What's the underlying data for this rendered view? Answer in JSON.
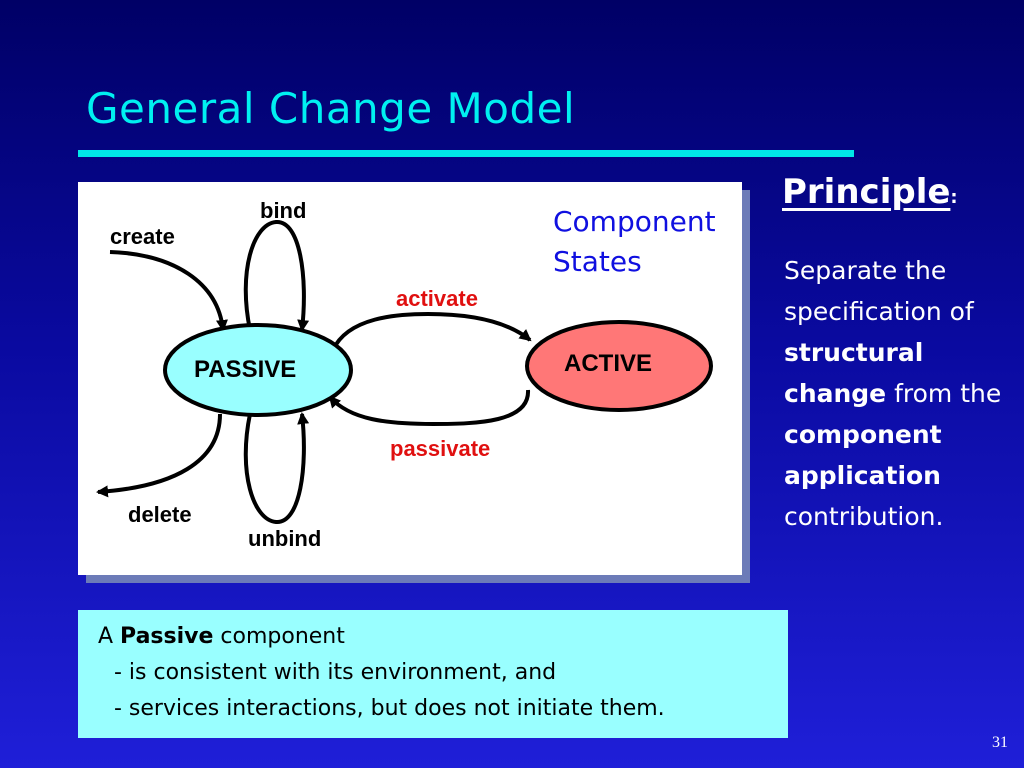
{
  "slide": {
    "title": "General Change Model",
    "page_number": "31"
  },
  "diagram": {
    "heading_line1": "Component",
    "heading_line2": "States",
    "states": {
      "passive": "PASSIVE",
      "active": "ACTIVE"
    },
    "transitions": {
      "create": "create",
      "bind": "bind",
      "unbind": "unbind",
      "delete": "delete",
      "activate": "activate",
      "passivate": "passivate"
    },
    "colors": {
      "passive_fill": "#99ffff",
      "active_fill": "#ff7777",
      "transition_label_highlight": "#e01010"
    }
  },
  "principle": {
    "heading": "Principle",
    "colon": ":",
    "text_1": "Separate the specification of ",
    "bold_1": "structural change",
    "text_2": " from the ",
    "bold_2": "component application",
    "text_3": " contribution."
  },
  "note": {
    "line1_prefix": "A ",
    "line1_bold": "Passive",
    "line1_suffix": " component",
    "line2": "- is consistent with its environment, and",
    "line3": "- services interactions, but does not initiate them."
  }
}
